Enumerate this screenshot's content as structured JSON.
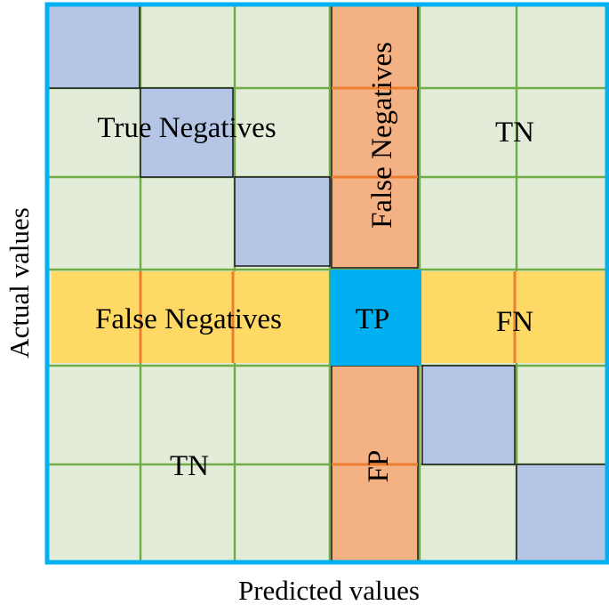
{
  "labels": {
    "true_negatives": "True Negatives",
    "false_negatives_vertical": "False Negatives",
    "tn_top_right": "TN",
    "false_negatives_horizontal": "False Negatives",
    "tp": "TP",
    "fn": "FN",
    "tn_bottom_left": "TN",
    "fp": "FP"
  },
  "axes": {
    "x_label": "Predicted values",
    "y_label": "Actual values"
  },
  "colors": {
    "background_cell": "#e2ecd8",
    "grid_line": "#70ad47",
    "diagonal_cell": "#b4c5e6",
    "column_band": "#f3b184",
    "row_band": "#ffd966",
    "band_divider": "#ed7d31",
    "tp_cell": "#00b0f0",
    "outer_border": "#00b0f0",
    "cell_border": "#1a1a1a"
  }
}
